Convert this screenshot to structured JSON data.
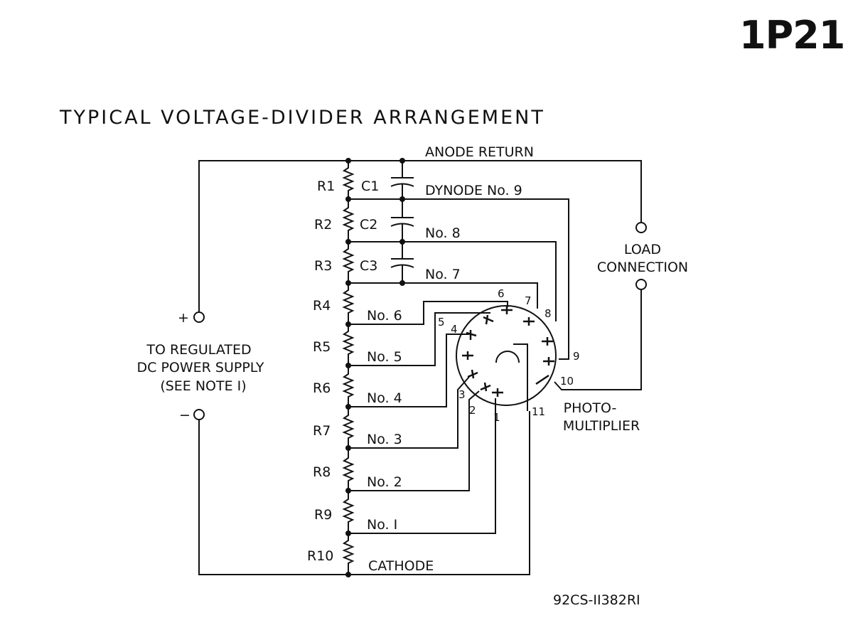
{
  "header": {
    "tube_type": "1P21",
    "title": "TYPICAL VOLTAGE-DIVIDER ARRANGEMENT"
  },
  "supply": {
    "plus": "+",
    "minus": "−",
    "lines": [
      "TO REGULATED",
      "DC POWER SUPPLY",
      "(SEE NOTE I)"
    ]
  },
  "load": {
    "lines": [
      "LOAD",
      "CONNECTION"
    ]
  },
  "tube": {
    "lines": [
      "PHOTO-",
      "MULTIPLIER"
    ]
  },
  "resistors": [
    "R1",
    "R2",
    "R3",
    "R4",
    "R5",
    "R6",
    "R7",
    "R8",
    "R9",
    "R10"
  ],
  "capacitors": [
    "C1",
    "C2",
    "C3"
  ],
  "taps": {
    "anode": "ANODE RETURN",
    "dy9": "DYNODE No. 9",
    "dy8": "No. 8",
    "dy7": "No. 7",
    "dy6": "No. 6",
    "dy5": "No. 5",
    "dy4": "No. 4",
    "dy3": "No. 3",
    "dy2": "No. 2",
    "dy1": "No. I",
    "cathode": "CATHODE"
  },
  "pins": [
    "1",
    "2",
    "3",
    "4",
    "5",
    "6",
    "7",
    "8",
    "9",
    "10",
    "11"
  ],
  "drawing_number": "92CS-II382RI"
}
